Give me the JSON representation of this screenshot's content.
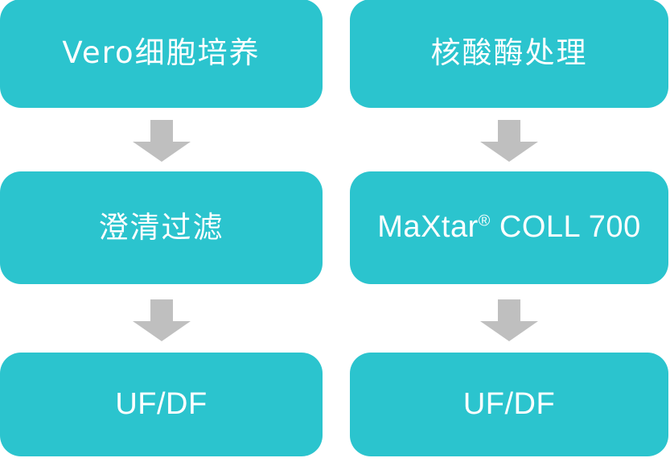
{
  "diagram": {
    "type": "process-flowchart",
    "orientation": "vertical-two-column",
    "colors": {
      "box_fill": "#2bc4ce",
      "box_text": "#ffffff",
      "arrow_fill": "#bfbfbf",
      "background": "#ffffff"
    },
    "columns": [
      {
        "id": "left-process",
        "steps": [
          {
            "label": "Vero细胞培养",
            "script": "cjk"
          },
          {
            "label": "澄清过滤",
            "script": "cjk"
          },
          {
            "label": "UF/DF",
            "script": "latin"
          }
        ],
        "connectors": [
          {
            "icon": "down-arrow-icon"
          },
          {
            "icon": "down-arrow-icon"
          }
        ]
      },
      {
        "id": "right-process",
        "steps": [
          {
            "label": "核酸酶处理",
            "script": "cjk"
          },
          {
            "label": "MaXtar",
            "suffix": "®",
            "label_tail": " COLL 700",
            "script": "latin"
          },
          {
            "label": "UF/DF",
            "script": "latin"
          }
        ],
        "connectors": [
          {
            "icon": "down-arrow-icon"
          },
          {
            "icon": "down-arrow-icon"
          }
        ]
      }
    ]
  }
}
